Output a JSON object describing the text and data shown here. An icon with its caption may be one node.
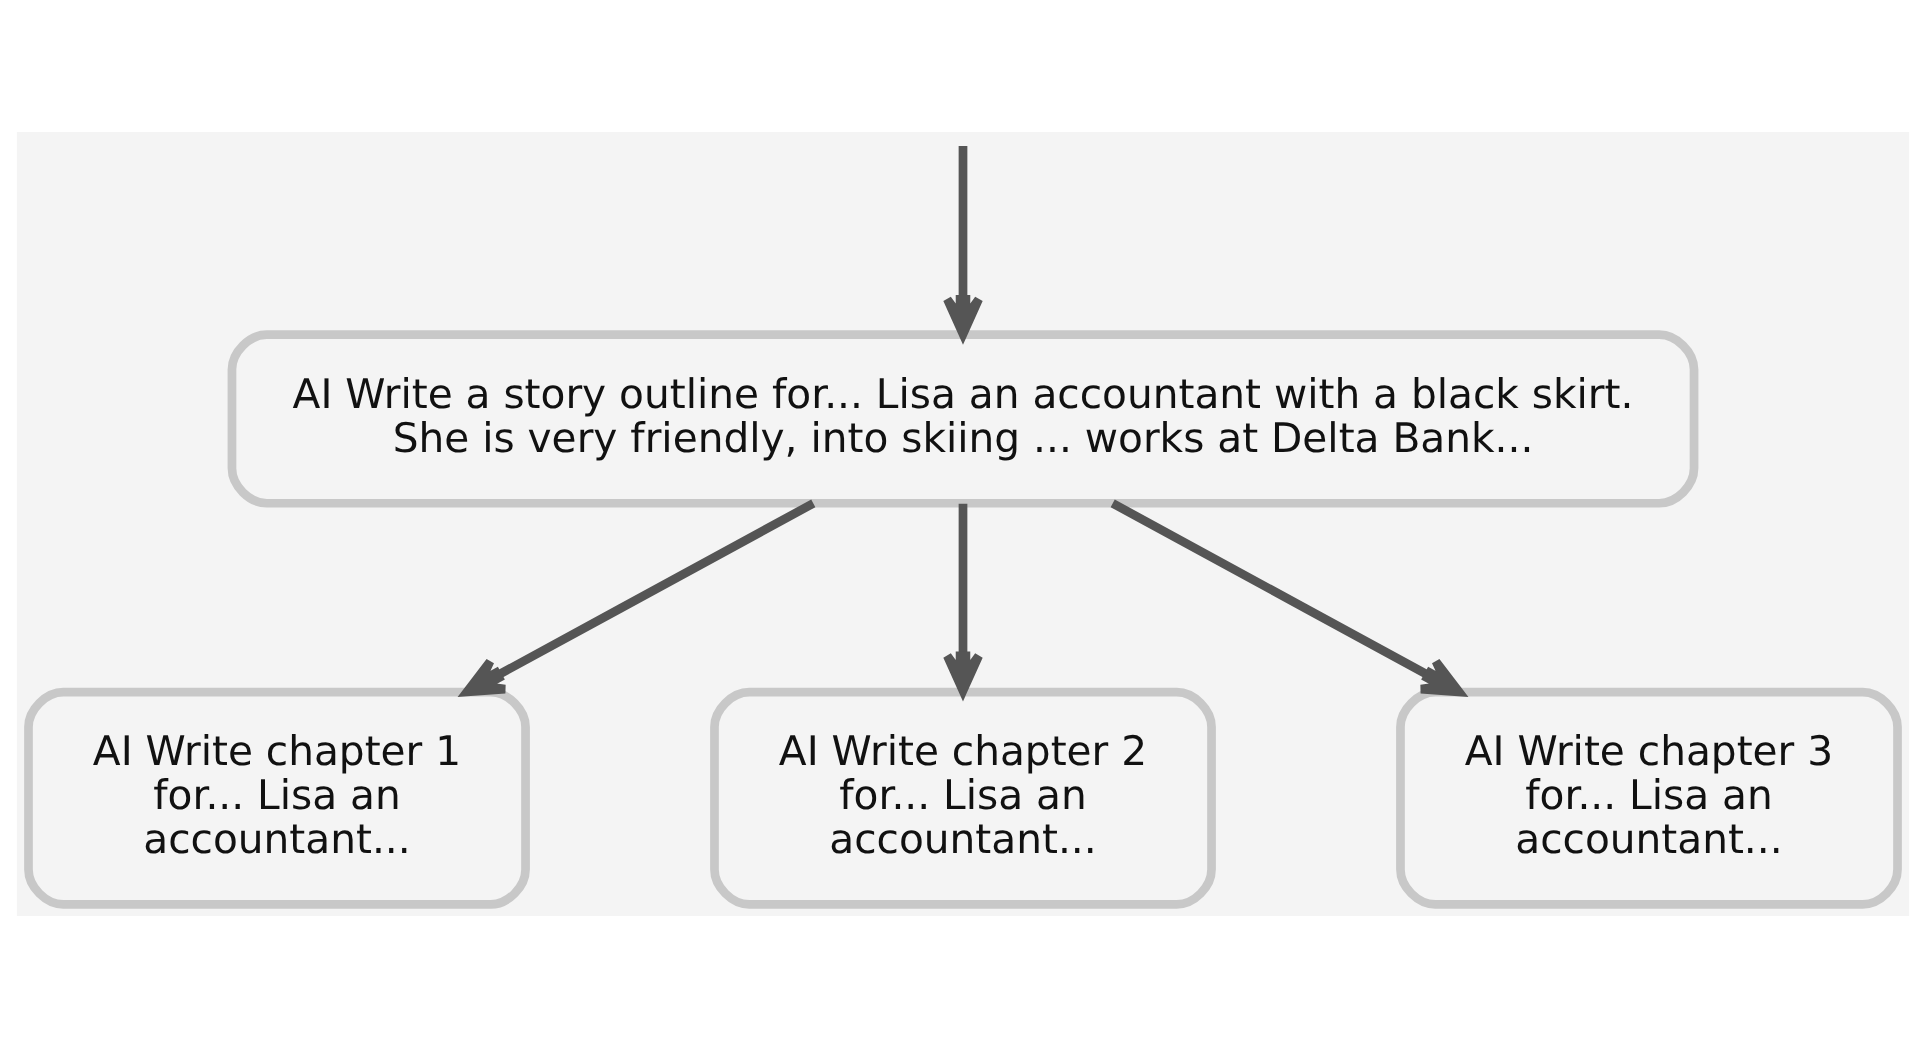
{
  "diagram": {
    "nodes": [
      {
        "text": [
          "AI Write a story outline for... Lisa an accountant with a black skirt. She is very friendly, into skiing ... works at Delta Bank..."
        ]
      },
      {
        "text": [
          "AI Write chapter 1 for... Lisa an accountant..."
        ]
      },
      {
        "text": [
          "AI Write chapter 2 for... Lisa an accountant..."
        ]
      },
      {
        "text": [
          "AI Write chapter 3 for... Lisa an accountant..."
        ]
      }
    ],
    "edges": [
      {
        "from": null,
        "to": 0,
        "arrow": "to"
      },
      {
        "from": 0,
        "to": 1,
        "arrow": "to"
      },
      {
        "from": 0,
        "to": 2,
        "arrow": "to"
      },
      {
        "from": 0,
        "to": 3,
        "arrow": "to"
      }
    ]
  }
}
